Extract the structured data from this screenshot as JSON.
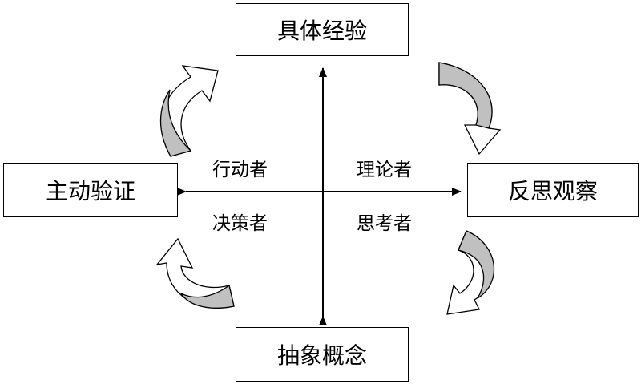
{
  "stages": {
    "concrete_experience": "具体经验",
    "reflective_observation": "反思观察",
    "abstract_conceptualization": "抽象概念",
    "active_experimentation": "主动验证"
  },
  "quadrants": {
    "top_left": "行动者",
    "top_right": "理论者",
    "bottom_left": "决策者",
    "bottom_right": "思考者"
  },
  "colors": {
    "line": "#000000",
    "arrow_fill": "#c0c0c0",
    "arrow_light": "#ffffff"
  }
}
